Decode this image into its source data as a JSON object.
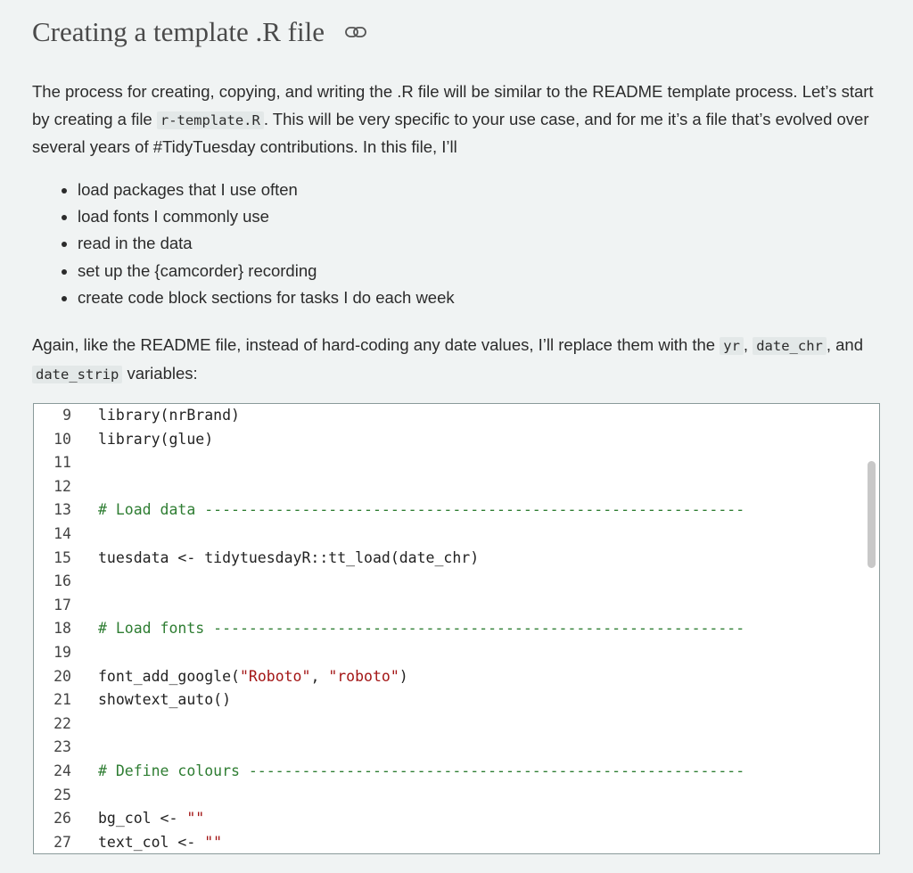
{
  "heading": {
    "title": "Creating a template .R file",
    "icon": "link-icon"
  },
  "intro": {
    "t1": "The process for creating, copying, and writing the .R file will be similar to the README template process. Let’s start by creating a file ",
    "code1": "r-template.R",
    "t2": ". This will be very specific to your use case, and for me it’s a file that’s evolved over several years of #TidyTuesday contributions. In this file, I’ll"
  },
  "bullets": [
    "load packages that I use often",
    "load fonts I commonly use",
    "read in the data",
    "set up the {camcorder} recording",
    "create code block sections for tasks I do each week"
  ],
  "again": {
    "t1": "Again, like the README file, instead of hard-coding any date values, I’ll replace them with the ",
    "code1": "yr",
    "t2": ", ",
    "code2": "date_chr",
    "t3": ", and ",
    "code3": "date_strip",
    "t4": " variables:"
  },
  "code": [
    {
      "n": "9",
      "parts": [
        {
          "t": "library(nrBrand)",
          "k": ""
        }
      ]
    },
    {
      "n": "10",
      "parts": [
        {
          "t": "library(glue)",
          "k": ""
        }
      ]
    },
    {
      "n": "11",
      "parts": []
    },
    {
      "n": "12",
      "parts": []
    },
    {
      "n": "13",
      "parts": [
        {
          "t": "# Load data -------------------------------------------------------------",
          "k": "cm"
        }
      ]
    },
    {
      "n": "14",
      "parts": []
    },
    {
      "n": "15",
      "parts": [
        {
          "t": "tuesdata <- tidytuesdayR::tt_load(date_chr)",
          "k": ""
        }
      ]
    },
    {
      "n": "16",
      "parts": []
    },
    {
      "n": "17",
      "parts": []
    },
    {
      "n": "18",
      "parts": [
        {
          "t": "# Load fonts ------------------------------------------------------------",
          "k": "cm"
        }
      ]
    },
    {
      "n": "19",
      "parts": []
    },
    {
      "n": "20",
      "parts": [
        {
          "t": "font_add_google(",
          "k": ""
        },
        {
          "t": "\"Roboto\"",
          "k": "st"
        },
        {
          "t": ", ",
          "k": ""
        },
        {
          "t": "\"roboto\"",
          "k": "st"
        },
        {
          "t": ")",
          "k": ""
        }
      ]
    },
    {
      "n": "21",
      "parts": [
        {
          "t": "showtext_auto()",
          "k": ""
        }
      ]
    },
    {
      "n": "22",
      "parts": []
    },
    {
      "n": "23",
      "parts": []
    },
    {
      "n": "24",
      "parts": [
        {
          "t": "# Define colours --------------------------------------------------------",
          "k": "cm"
        }
      ]
    },
    {
      "n": "25",
      "parts": []
    },
    {
      "n": "26",
      "parts": [
        {
          "t": "bg_col <- ",
          "k": ""
        },
        {
          "t": "\"\"",
          "k": "st"
        }
      ]
    },
    {
      "n": "27",
      "parts": [
        {
          "t": "text_col <- ",
          "k": ""
        },
        {
          "t": "\"\"",
          "k": "st"
        }
      ]
    }
  ]
}
